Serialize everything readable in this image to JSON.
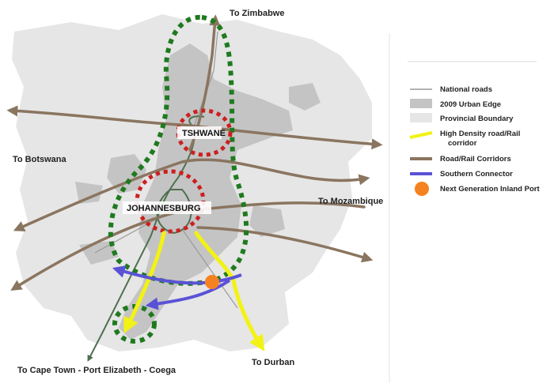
{
  "labels": {
    "zimbabwe": "To Zimbabwe",
    "botswana": "To Botswana",
    "mozambique": "To Mozambique",
    "durban": "To Durban",
    "cape_town": "To Cape Town - Port Elizabeth - Coega"
  },
  "cities": {
    "tshwane": "TSHWANE",
    "johannesburg": "JOHANNESBURG"
  },
  "legend": [
    {
      "label": "National roads",
      "symbol": "line",
      "color": "#9a9a9a"
    },
    {
      "label": "2009 Urban Edge",
      "symbol": "box",
      "color": "#c4c4c4"
    },
    {
      "label": "Provincial Boundary",
      "symbol": "box",
      "color": "#e6e6e6"
    },
    {
      "label": "High Density road/Rail",
      "label2": "corridor",
      "symbol": "line",
      "color": "#f2f215"
    },
    {
      "label": "Road/Rail Corridors",
      "symbol": "line",
      "color": "#8a7560"
    },
    {
      "label": "Southern Connector",
      "symbol": "line",
      "color": "#5a52d6"
    },
    {
      "label": "Next Generation Inland Port",
      "symbol": "dot",
      "color": "#f58220"
    }
  ],
  "colors": {
    "province": "#e6e6e6",
    "urban": "#c4c4c4",
    "corridor": "#8a7560",
    "high_density": "#f2f215",
    "southern_connector": "#5a52d6",
    "inland_port": "#f58220",
    "green_ring": "#1f7a1f",
    "red_ring": "#cc1f1f",
    "rail": "#4f6f4f"
  }
}
